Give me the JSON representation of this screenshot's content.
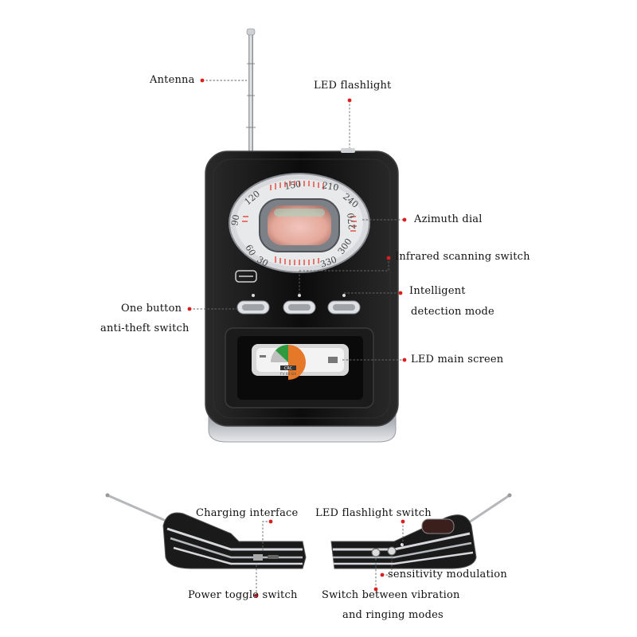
{
  "labels": {
    "antenna": "Antenna",
    "led_flashlight": "LED flashlight",
    "azimuth_dial": "Azimuth dial",
    "infrared_scanning_switch": "Infrared scanning switch",
    "intelligent_line1": "Intelligent",
    "intelligent_line2": "detection mode",
    "one_button_line1": "One button",
    "one_button_line2": "anti-theft switch",
    "led_main_screen": "LED main screen",
    "charging_interface": "Charging interface",
    "led_flashlight_switch": "LED flashlight switch",
    "sensitivity_modulation": "sensitivity modulation",
    "power_toggle_switch": "Power toggle switch",
    "vibration_line1": "Switch between vibration",
    "vibration_line2": "and ringing modes"
  },
  "dial": {
    "numbers": [
      "150",
      "120",
      "90",
      "60",
      "30",
      "330",
      "300",
      "270",
      "240",
      "210"
    ]
  },
  "screen": {
    "brand": "CRC",
    "model": "FV 88 BX"
  },
  "colors": {
    "marker": "#d9201e",
    "leader": "#666666",
    "body": "#111111",
    "chrome": "#c9ccd1",
    "dial_red": "#e23a2b",
    "gauge_orange": "#e6782a",
    "gauge_green": "#2f9a3e",
    "gauge_gray": "#bfbfbf"
  }
}
